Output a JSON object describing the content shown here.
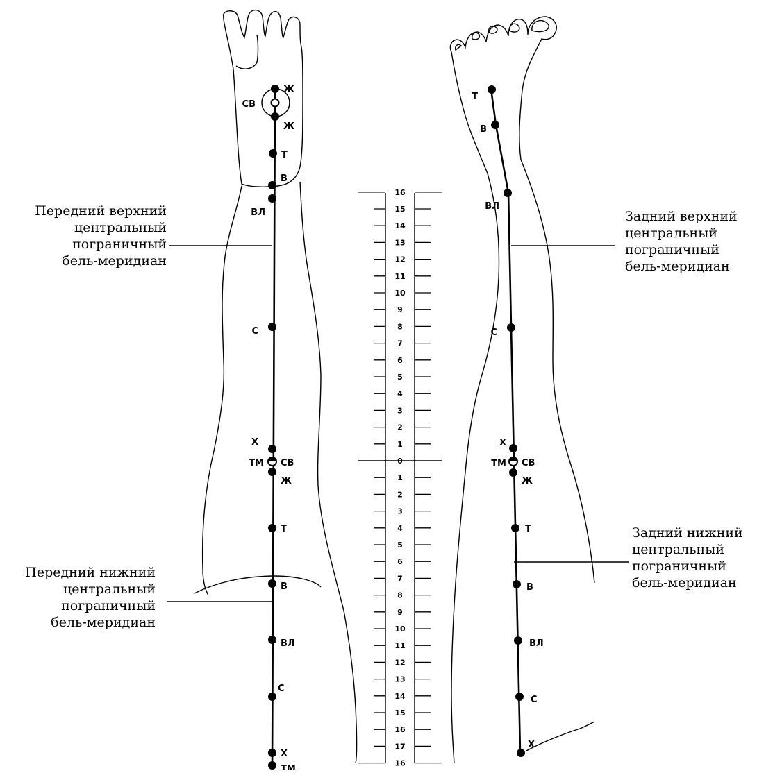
{
  "captions": {
    "front_upper": {
      "lines": [
        "Передний верхний",
        "центральный",
        "пограничный",
        "бель-меридиан"
      ]
    },
    "front_lower": {
      "lines": [
        "Передний нижний",
        "центральный",
        "пограничный",
        "бель-меридиан"
      ]
    },
    "back_upper": {
      "lines": [
        "Задний верхний",
        "центральный",
        "пограничный",
        "бель-меридиан"
      ]
    },
    "back_lower": {
      "lines": [
        "Задний нижний",
        "центральный",
        "пограничный",
        "бель-меридиан"
      ]
    }
  },
  "front_points": [
    {
      "label": "Ж"
    },
    {
      "label": "СВ"
    },
    {
      "label": "Ж"
    },
    {
      "label": "Т"
    },
    {
      "label": "В"
    },
    {
      "label": "ВЛ"
    },
    {
      "label": "С"
    },
    {
      "label": "Х"
    },
    {
      "label": "ТМ"
    },
    {
      "label": "СВ"
    },
    {
      "label": "Ж"
    },
    {
      "label": "Т"
    },
    {
      "label": "В"
    },
    {
      "label": "ВЛ"
    },
    {
      "label": "С"
    },
    {
      "label": "Х"
    },
    {
      "label": "ТМ"
    }
  ],
  "back_points": [
    {
      "label": "Т"
    },
    {
      "label": "В"
    },
    {
      "label": "ВЛ"
    },
    {
      "label": "С"
    },
    {
      "label": "Х"
    },
    {
      "label": "ТМ"
    },
    {
      "label": "СВ"
    },
    {
      "label": "Ж"
    },
    {
      "label": "Т"
    },
    {
      "label": "В"
    },
    {
      "label": "ВЛ"
    },
    {
      "label": "С"
    },
    {
      "label": "Х"
    }
  ],
  "scale": {
    "upper": [
      "16",
      "15",
      "14",
      "13",
      "12",
      "11",
      "10",
      "9",
      "8",
      "7",
      "6",
      "5",
      "4",
      "3",
      "2",
      "1"
    ],
    "zero": "0",
    "lower": [
      "1",
      "2",
      "3",
      "4",
      "5",
      "6",
      "7",
      "8",
      "9",
      "10",
      "11",
      "12",
      "13",
      "14",
      "15",
      "16",
      "17",
      "16"
    ]
  }
}
